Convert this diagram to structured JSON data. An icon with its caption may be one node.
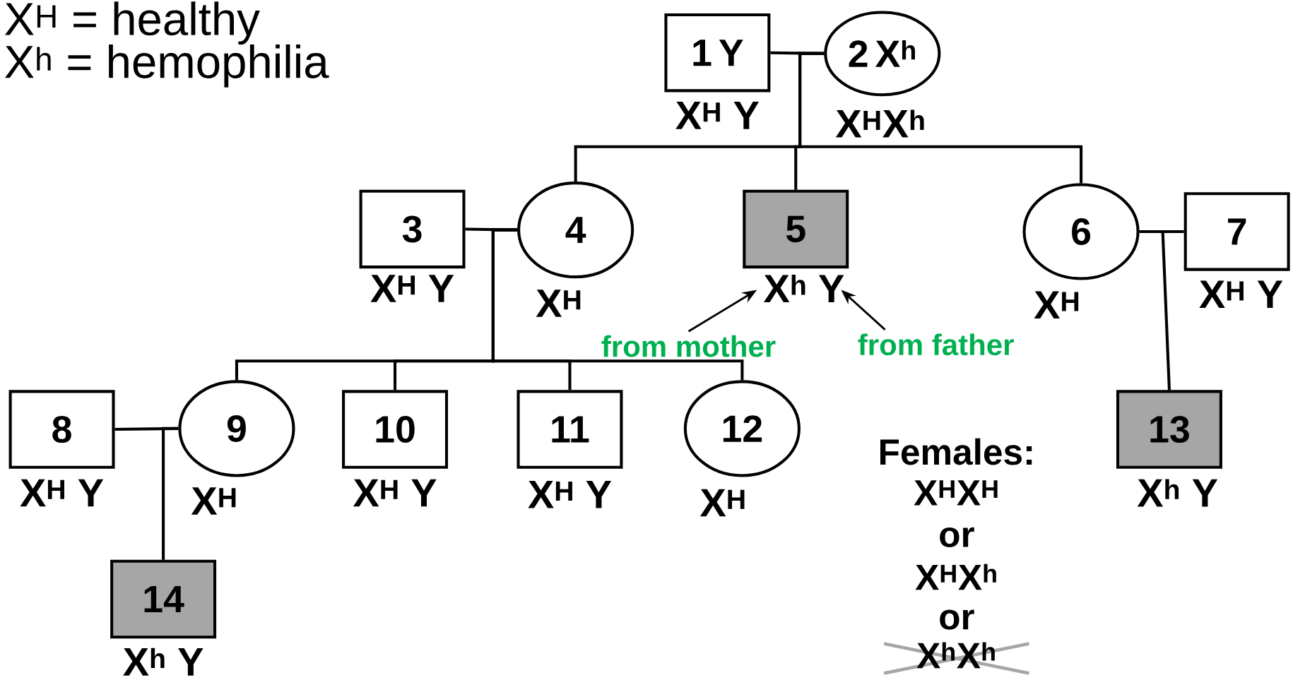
{
  "diagram": {
    "nodes": [
      {
        "text": [
          "1",
          "Y"
        ],
        "beside": [
          "X$^{H}$ Y"
        ]
      },
      {
        "text": [
          "2",
          "X$^{h}$"
        ],
        "beside": [
          "X$^{H}$X$^{h}$"
        ]
      },
      {
        "text": [
          "3"
        ],
        "beside": [
          "X$^{H}$ Y"
        ]
      },
      {
        "text": [
          "4"
        ],
        "beside": [
          "X$^{H}$"
        ]
      },
      {
        "text": [
          "5"
        ],
        "beside": [
          "X$^{h}$ Y"
        ]
      },
      {
        "text": [
          "6"
        ],
        "beside": [
          "X$^{H}$"
        ]
      },
      {
        "text": [
          "7"
        ],
        "beside": [
          "X$^{H}$ Y"
        ]
      },
      {
        "text": [
          "8"
        ],
        "beside": [
          "X$^{H}$ Y"
        ]
      },
      {
        "text": [
          "9"
        ],
        "beside": [
          "X$^{H}$"
        ]
      },
      {
        "text": [
          "10"
        ],
        "beside": [
          "X$^{H}$ Y"
        ]
      },
      {
        "text": [
          "11"
        ],
        "beside": [
          "X$^{H}$ Y"
        ]
      },
      {
        "text": [
          "12"
        ],
        "beside": [
          "X$^{H}$"
        ]
      },
      {
        "text": [
          "13"
        ],
        "beside": [
          "X$^{h}$ Y"
        ]
      },
      {
        "text": [
          "14"
        ],
        "beside": [
          "X$^{h}$ Y"
        ]
      },
      {
        "text": [
          "from mother"
        ]
      },
      {
        "text": [
          "from father"
        ]
      }
    ],
    "edges": [
      {
        "from": 0,
        "to": 1,
        "arrow": "none"
      },
      {
        "from": 1,
        "to": 3,
        "arrow": "none"
      },
      {
        "from": 1,
        "to": 4,
        "arrow": "none"
      },
      {
        "from": 1,
        "to": 5,
        "arrow": "none"
      },
      {
        "from": 2,
        "to": 3,
        "arrow": "none"
      },
      {
        "from": 3,
        "to": 8,
        "arrow": "none"
      },
      {
        "from": 3,
        "to": 9,
        "arrow": "none"
      },
      {
        "from": 3,
        "to": 10,
        "arrow": "none"
      },
      {
        "from": 3,
        "to": 11,
        "arrow": "none"
      },
      {
        "from": 5,
        "to": 6,
        "arrow": "none"
      },
      {
        "from": 5,
        "to": 12,
        "arrow": "none"
      },
      {
        "from": 7,
        "to": 8,
        "arrow": "none"
      },
      {
        "from": 8,
        "to": 13,
        "arrow": "none"
      },
      {
        "from": 14,
        "to": 4,
        "arrow": "to"
      },
      {
        "from": 15,
        "to": 4,
        "arrow": "to"
      }
    ],
    "labels": [
      "X$^{H}$ = healthy",
      "X$^{h}$ = hemophilia",
      "Females:",
      "X$^{H}$X$^{H}$",
      "or",
      "X$^{H}$X$^{h}$",
      "or",
      "X$^{h}$X$^{h}$"
    ]
  }
}
